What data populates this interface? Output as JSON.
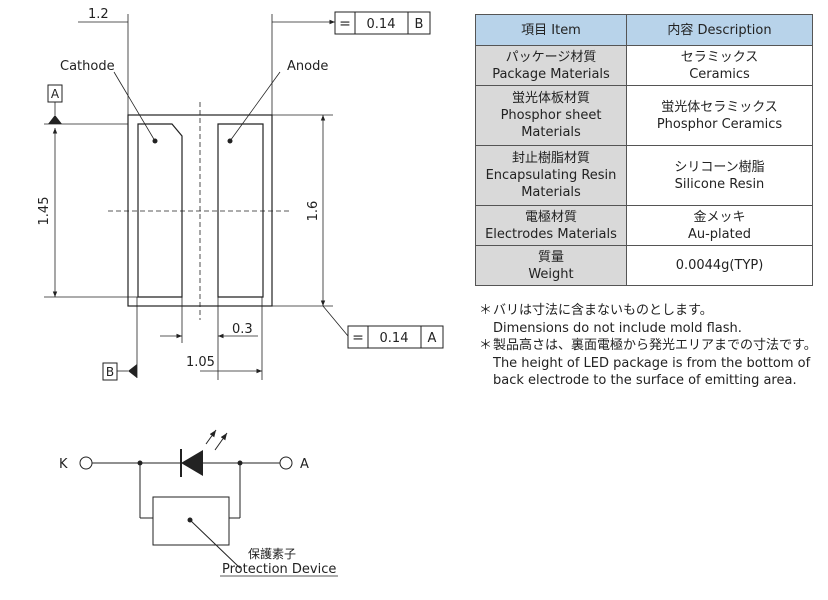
{
  "dimensions": {
    "d_1_2": "1.2",
    "d_1_45": "1.45",
    "d_1_6": "1.6",
    "d_0_3": "0.3",
    "d_1_05": "1.05",
    "tol_top": {
      "symbol": "=",
      "value": "0.14",
      "datum": "B"
    },
    "tol_right": {
      "symbol": "=",
      "value": "0.14",
      "datum": "A"
    },
    "datum_a": "A",
    "datum_b": "B"
  },
  "labels": {
    "cathode": "Cathode",
    "anode": "Anode"
  },
  "circuit": {
    "k": "K",
    "a": "A",
    "protection_jp": "保護素子",
    "protection_en": "Protection Device"
  },
  "table": {
    "header_item": "項目 Item",
    "header_desc": "内容 Description",
    "rows": [
      {
        "item_jp": "パッケージ材質",
        "item_en": "Package Materials",
        "item_en2": "",
        "desc_jp": "セラミックス",
        "desc_en": "Ceramics"
      },
      {
        "item_jp": "蛍光体板材質",
        "item_en": "Phosphor sheet",
        "item_en2": "Materials",
        "desc_jp": "蛍光体セラミックス",
        "desc_en": "Phosphor Ceramics"
      },
      {
        "item_jp": "封止樹脂材質",
        "item_en": "Encapsulating Resin",
        "item_en2": "Materials",
        "desc_jp": "シリコーン樹脂",
        "desc_en": "Silicone Resin"
      },
      {
        "item_jp": "電極材質",
        "item_en": "Electrodes Materials",
        "item_en2": "",
        "desc_jp": "金メッキ",
        "desc_en": "Au-plated"
      },
      {
        "item_jp": "質量",
        "item_en": "Weight",
        "item_en2": "",
        "desc_jp": "",
        "desc_en": "0.0044g(TYP)"
      }
    ]
  },
  "notes": {
    "star": "＊",
    "n1_jp": "バリは寸法に含まないものとします。",
    "n1_en": "Dimensions do not include mold flash.",
    "n2_jp": "製品高さは、裏面電極から発光エリアまでの寸法です。",
    "n2_en1": "The height of LED package is from the bottom of",
    "n2_en2": "back electrode to the surface of emitting area."
  }
}
